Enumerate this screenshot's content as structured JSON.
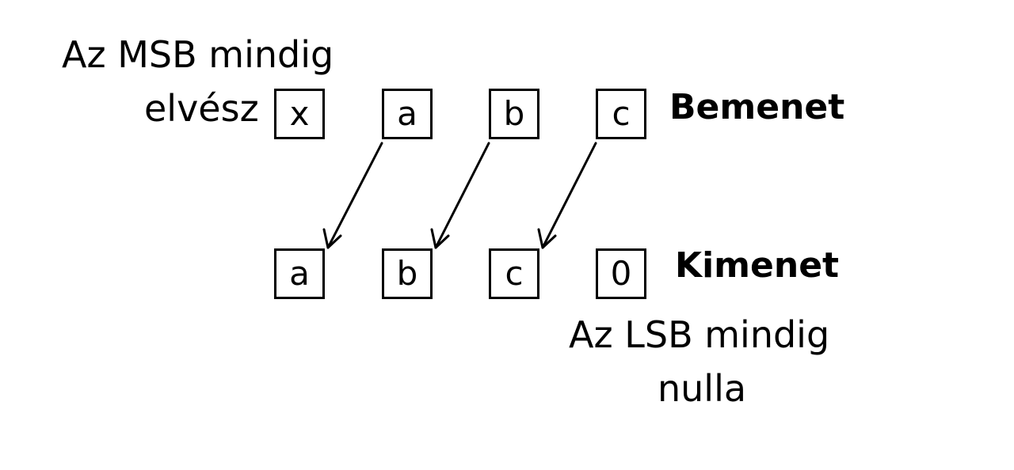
{
  "input_row": {
    "label": "Bemenet",
    "bits": [
      "x",
      "a",
      "b",
      "c"
    ]
  },
  "output_row": {
    "label": "Kimenet",
    "bits": [
      "a",
      "b",
      "c",
      "0"
    ]
  },
  "notes": {
    "msb_line1": "Az MSB mindig",
    "msb_line2": "elvész",
    "lsb_line1": "Az LSB mindig",
    "lsb_line2": "nulla"
  }
}
